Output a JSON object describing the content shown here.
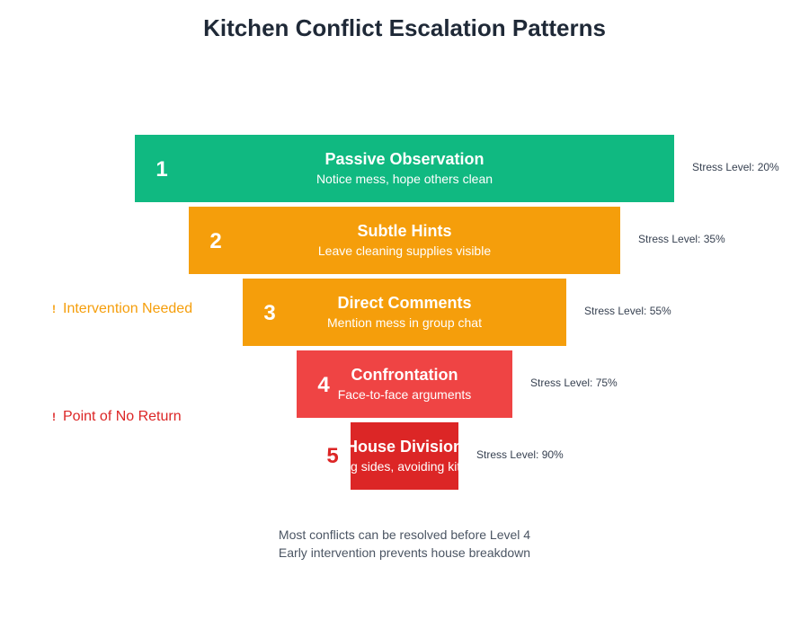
{
  "title": "Kitchen Conflict Escalation Patterns",
  "stages": [
    {
      "number": "1",
      "title": "Passive Observation",
      "desc": "Notice mess, hope others clean",
      "stress": "Stress Level: 20%",
      "color": "#10b981"
    },
    {
      "number": "2",
      "title": "Subtle Hints",
      "desc": "Leave cleaning supplies visible",
      "stress": "Stress Level: 35%",
      "color": "#f59e0b"
    },
    {
      "number": "3",
      "title": "Direct Comments",
      "desc": "Mention mess in group chat",
      "stress": "Stress Level: 55%",
      "color": "#f59e0b"
    },
    {
      "number": "4",
      "title": "Confrontation",
      "desc": "Face-to-face arguments",
      "stress": "Stress Level: 75%",
      "color": "#ef4444"
    },
    {
      "number": "5",
      "title": "House Division",
      "desc": "Taking sides, avoiding kitchen",
      "stress": "Stress Level: 90%",
      "color": "#dc2626"
    }
  ],
  "notes": [
    {
      "icon": "!",
      "label": "Intervention Needed",
      "color": "#f59e0b"
    },
    {
      "icon": "!",
      "label": "Point of No Return",
      "color": "#dc2626"
    }
  ],
  "footer": [
    "Most conflicts can be resolved before Level 4",
    "Early intervention prevents house breakdown"
  ]
}
